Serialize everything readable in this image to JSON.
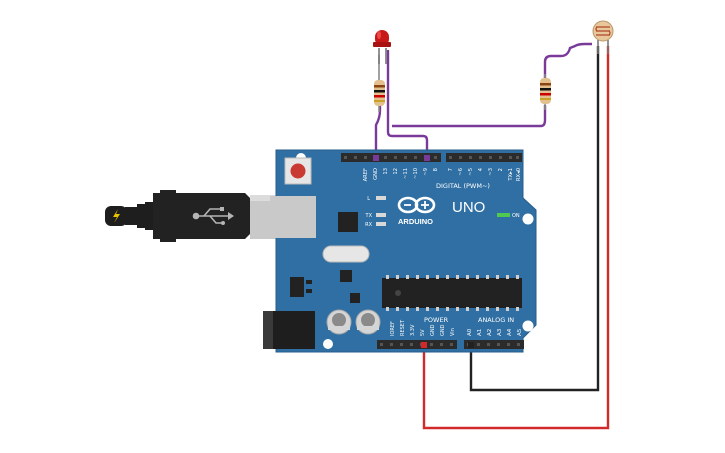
{
  "board": {
    "model": "UNO",
    "brand": "ARDUINO",
    "on_label": "ON",
    "led_l": "L",
    "led_tx": "TX",
    "led_rx": "RX",
    "digital_header": "DIGITAL (PWM~)",
    "power_header": "POWER",
    "analog_header": "ANALOG IN",
    "digital_pins": [
      "AREF",
      "GND",
      "13",
      "12",
      "~11",
      "~10",
      "~9",
      "8",
      "7",
      "~6",
      "~5",
      "4",
      "~3",
      "2",
      "TX▸1",
      "RX◂0"
    ],
    "power_pins": [
      "IOREF",
      "RESET",
      "3.3V",
      "5V",
      "GND",
      "GND",
      "Vin"
    ],
    "analog_pins": [
      "A0",
      "A1",
      "A2",
      "A3",
      "A4",
      "A5"
    ]
  },
  "colors": {
    "board": "#2f6fa3",
    "board_edge": "#275d8a",
    "header": "#2b2b2b",
    "wire_purple": "#7a3a9a",
    "wire_red": "#d22a2a",
    "wire_black": "#222222",
    "led_red": "#c81818",
    "ldr_body": "#e8c89a",
    "usb_gray": "#c9c9c9",
    "plug_black": "#1e1e1e"
  },
  "icons": [
    "usb-icon",
    "arduino-infinity-logo",
    "lightning-icon"
  ]
}
